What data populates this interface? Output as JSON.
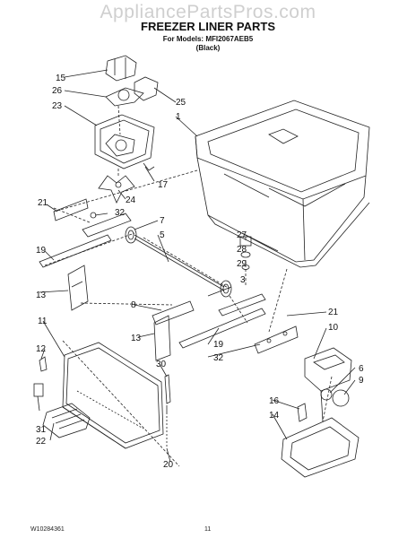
{
  "watermark": "AppliancePartsPros.com",
  "header": {
    "title": "FREEZER LINER PARTS",
    "models_line": "For Models: MFI2067AEB5",
    "color_line": "(Black)"
  },
  "callouts": [
    "15",
    "26",
    "23",
    "25",
    "1",
    "17",
    "24",
    "21",
    "32",
    "7",
    "5",
    "19",
    "27",
    "28",
    "29",
    "3",
    "13",
    "8",
    "11",
    "13",
    "19",
    "21",
    "10",
    "32",
    "12",
    "30",
    "6",
    "9",
    "16",
    "14",
    "31",
    "22",
    "20"
  ],
  "footer": {
    "doc_number": "W10284361",
    "page_number": "11"
  }
}
